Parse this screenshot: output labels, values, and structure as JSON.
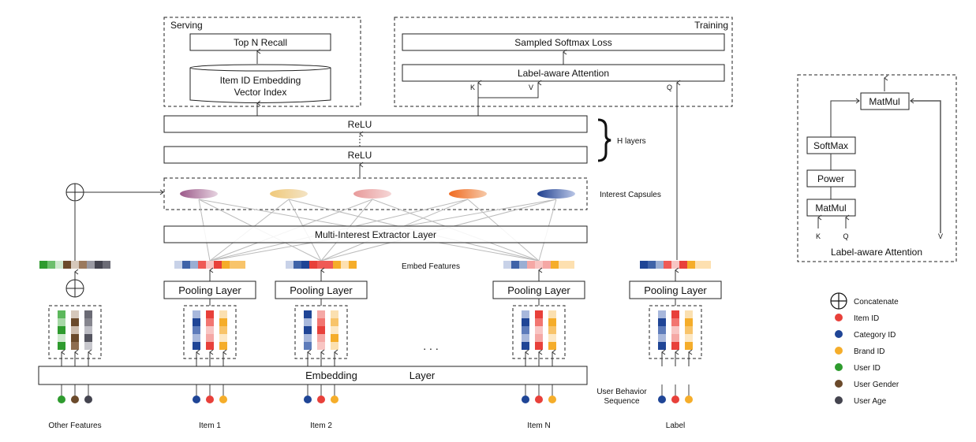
{
  "serving": {
    "title": "Serving",
    "top_n_recall": "Top N Recall",
    "vector_index_line1": "Item ID Embedding",
    "vector_index_line2": "Vector Index"
  },
  "training": {
    "title": "Training",
    "sampled_softmax": "Sampled Softmax Loss",
    "label_aware_attention": "Label-aware Attention",
    "k": "K",
    "v": "V",
    "q": "Q"
  },
  "relu_layers": [
    "ReLU",
    "ReLU"
  ],
  "h_layers": "H layers",
  "interest_capsules": {
    "label": "Interest Capsules",
    "capsules": [
      {
        "from": "#9c5a8a",
        "to": "#e6d3e0"
      },
      {
        "from": "#f0c97a",
        "to": "#f3e3c4"
      },
      {
        "from": "#e89a9a",
        "to": "#f5d6d6"
      },
      {
        "from": "#f06a20",
        "to": "#f6c9a8"
      },
      {
        "from": "#1f3f8f",
        "to": "#b9c6e6"
      }
    ]
  },
  "multi_interest_extractor": "Multi-Interest Extractor Layer",
  "embed_features": "Embed Features",
  "pooling_layer": "Pooling Layer",
  "embedding_layer": {
    "word1": "Embedding",
    "word2": "Layer"
  },
  "ellipsis": ". . .",
  "user_behavior_sequence": [
    "User Behavior",
    "Sequence"
  ],
  "groups": [
    {
      "label": "Other Features",
      "dots": [
        "#2e9b2e",
        "#6b4a2b",
        "#44444f"
      ],
      "embed": [
        "#2e9b2e",
        "#6cbf6c",
        "#cfe9cf",
        "#6b4a2b",
        "#d6c8bb",
        "#9b7a5e",
        "#9a9aa3",
        "#44444f",
        "#6b6b75"
      ],
      "columns": [
        [
          "#5cb85c",
          "#a8d8a8",
          "#2e9b2e",
          "#cfe9cf",
          "#2e9b2e"
        ],
        [
          "#d6c8bb",
          "#6b4a2b",
          "#cdbcad",
          "#6b4a2b",
          "#8f6e51"
        ],
        [
          "#6b6b75",
          "#85858e",
          "#bdbdc4",
          "#55555f",
          "#c8c8ce"
        ]
      ]
    },
    {
      "label": "Item 1",
      "dots": [
        "#1f4596",
        "#e8403a",
        "#f5ad2a"
      ],
      "embed": [
        "#c8d2e8",
        "#3f63a8",
        "#9aaed3",
        "#ef5a55",
        "#f8c5c3",
        "#e8403a",
        "#f5ad2a",
        "#f8c46a",
        "#f8c46a"
      ],
      "columns": [
        [
          "#a8b8dc",
          "#1f4596",
          "#5e7cbb",
          "#a8b8dc",
          "#1f4596"
        ],
        [
          "#e8403a",
          "#f27570",
          "#f8c5c3",
          "#f5a8a5",
          "#e8403a"
        ],
        [
          "#fbe0b0",
          "#f5ad2a",
          "#f8c46a",
          "#fde8c4",
          "#f5ad2a"
        ]
      ]
    },
    {
      "label": "Item 2",
      "dots": [
        "#1f4596",
        "#e8403a",
        "#f5ad2a"
      ],
      "embed": [
        "#c8d2e8",
        "#3f63a8",
        "#1f4596",
        "#e8403a",
        "#ef5a55",
        "#ef5a55",
        "#f5ad2a",
        "#fde0b0",
        "#f5ad2a"
      ],
      "columns": [
        [
          "#1f4596",
          "#a8b8dc",
          "#1f4596",
          "#a8b8dc",
          "#5e7cbb"
        ],
        [
          "#f5a8a5",
          "#f27570",
          "#e8403a",
          "#f5a8a5",
          "#f8c5c3"
        ],
        [
          "#fbe0b0",
          "#f8c46a",
          "#fde8c4",
          "#f5ad2a",
          "#fbe0b0"
        ]
      ]
    },
    {
      "label": "Item N",
      "dots": [
        "#1f4596",
        "#e8403a",
        "#f5ad2a"
      ],
      "embed": [
        "#c8d2e8",
        "#3f63a8",
        "#9aaed3",
        "#f5a8a5",
        "#f8c5c3",
        "#f5a8a5",
        "#f5ad2a",
        "#fde0b0",
        "#fde0b0"
      ],
      "columns": [
        [
          "#a8b8dc",
          "#1f4596",
          "#5e7cbb",
          "#a8b8dc",
          "#1f4596"
        ],
        [
          "#e8403a",
          "#f27570",
          "#f8c5c3",
          "#f5a8a5",
          "#e8403a"
        ],
        [
          "#fbe0b0",
          "#f5ad2a",
          "#f8c46a",
          "#fde8c4",
          "#f5ad2a"
        ]
      ]
    },
    {
      "label": "Label",
      "dots": [
        "#1f4596",
        "#e8403a",
        "#f5ad2a"
      ],
      "embed": [
        "#1f4596",
        "#3f63a8",
        "#9aaed3",
        "#ef5a55",
        "#f8c5c3",
        "#e8403a",
        "#f5ad2a",
        "#fde0b0",
        "#fde0b0"
      ],
      "columns": [
        [
          "#a8b8dc",
          "#1f4596",
          "#5e7cbb",
          "#a8b8dc",
          "#1f4596"
        ],
        [
          "#e8403a",
          "#f27570",
          "#f8c5c3",
          "#f5a8a5",
          "#e8403a"
        ],
        [
          "#fbe0b0",
          "#f5ad2a",
          "#f8c46a",
          "#fde8c4",
          "#f5ad2a"
        ]
      ]
    }
  ],
  "attention_detail": {
    "title": "Label-aware Attention",
    "matmul_top": "MatMul",
    "softmax": "SoftMax",
    "power": "Power",
    "matmul_bottom": "MatMul",
    "k": "K",
    "q": "Q",
    "v": "V"
  },
  "legend": [
    {
      "symbol": "concatenate",
      "label": "Concatenate"
    },
    {
      "symbol": "dot",
      "color": "#e8403a",
      "label": "Item ID"
    },
    {
      "symbol": "dot",
      "color": "#1f4596",
      "label": "Category ID"
    },
    {
      "symbol": "dot",
      "color": "#f5ad2a",
      "label": "Brand ID"
    },
    {
      "symbol": "dot",
      "color": "#2e9b2e",
      "label": "User ID"
    },
    {
      "symbol": "dot",
      "color": "#6b4a2b",
      "label": "User Gender"
    },
    {
      "symbol": "dot",
      "color": "#44444f",
      "label": "User Age"
    }
  ]
}
